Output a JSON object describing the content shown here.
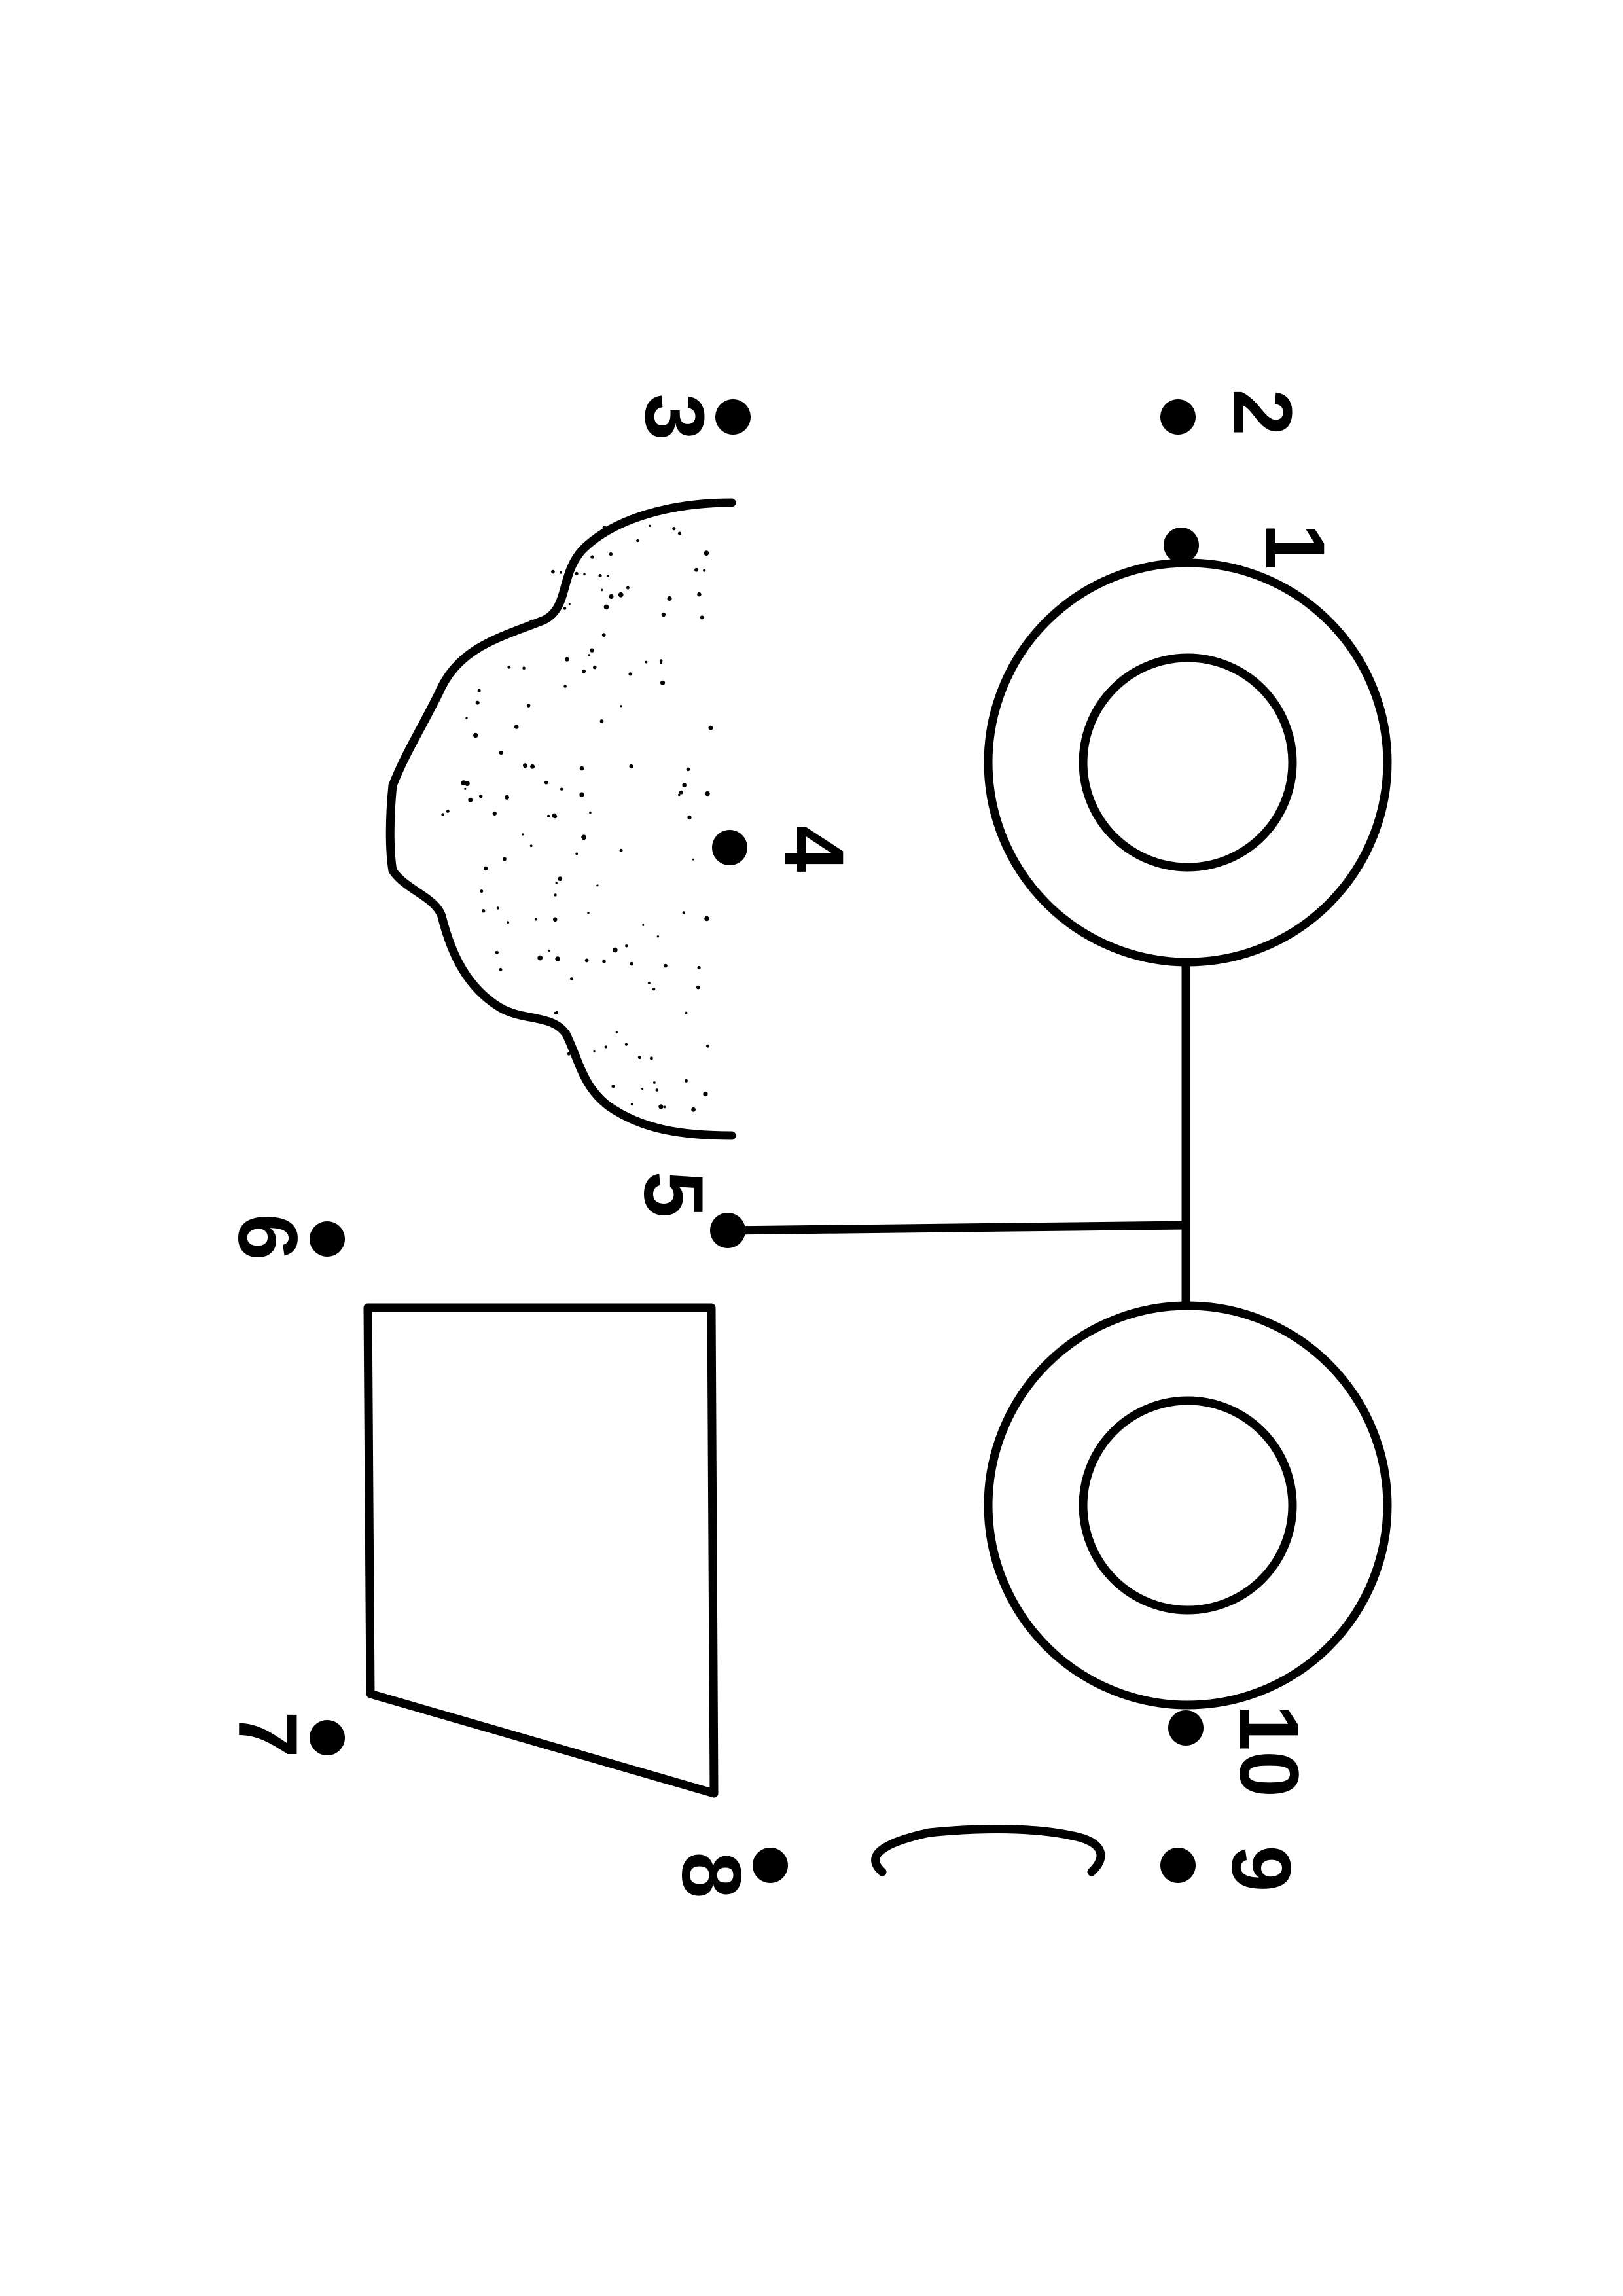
{
  "points": [
    {
      "label": "1"
    },
    {
      "label": "2"
    },
    {
      "label": "3"
    },
    {
      "label": "4"
    },
    {
      "label": "5"
    },
    {
      "label": "6"
    },
    {
      "label": "7"
    },
    {
      "label": "8"
    },
    {
      "label": "9"
    },
    {
      "label": "10"
    }
  ]
}
